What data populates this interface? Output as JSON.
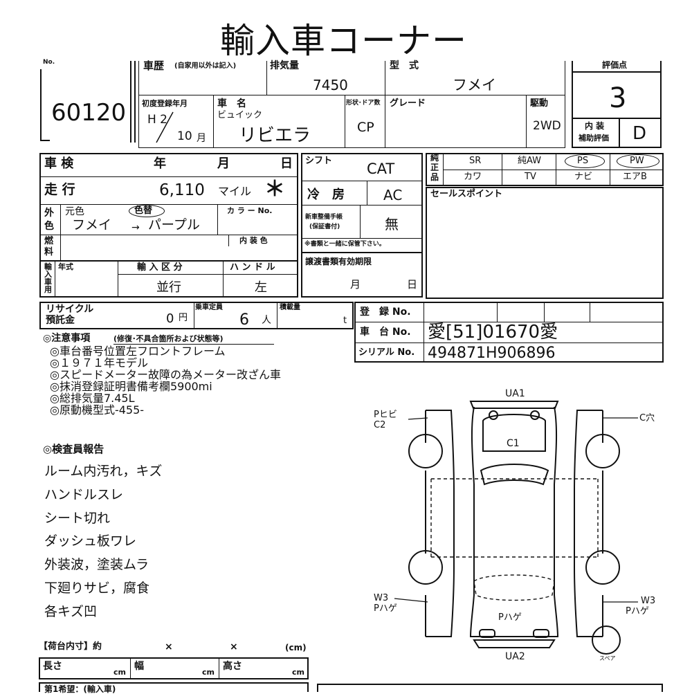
{
  "title": "輸入車コーナー",
  "header": {
    "no_label": "No.",
    "lot_no": "60120",
    "history_label": "車歴",
    "history_note": "(自家用以外は記入)",
    "displacement_label": "排気量",
    "displacement": "7450",
    "model_label": "型　式",
    "model": "フメイ",
    "score_label": "評価点",
    "score": "3",
    "first_reg_label": "初度登録年月",
    "first_reg_era": "H 2",
    "first_reg_month": "10",
    "month_unit": "月",
    "car_name_label": "車　名",
    "maker": "ビュイック",
    "car_name": "リビエラ",
    "body_door_label": "形状･ドア数",
    "body_type": "CP",
    "grade_label": "グレード",
    "drive_label": "駆動",
    "drive": "2WD",
    "interior_label_1": "内 装",
    "interior_label_2": "補助評価",
    "interior_score": "D"
  },
  "inspection": {
    "shaken_label": "車 検",
    "year_label": "年",
    "month_label": "月",
    "day_label": "日",
    "mileage_label": "走 行",
    "mileage": "6,110",
    "mileage_unit": "マイル",
    "mileage_mark": "＊",
    "color_label_1": "外",
    "color_label_2": "色",
    "original_color_label": "元色",
    "color_changed_badge": "色替",
    "original_color": "フメイ",
    "arrow": "→",
    "new_color": "パープル",
    "color_no_label": "カ ラ ー No.",
    "fuel_label_1": "燃",
    "fuel_label_2": "料",
    "interior_color_label": "内 装 色",
    "import_label": [
      "輸",
      "入",
      "車",
      "用"
    ],
    "year_model_label": "年式",
    "import_type_label": "輸 入 区 分",
    "import_type": "並行",
    "handle_label": "ハ ン ド ル",
    "handle": "左",
    "recycle_label_1": "リサイクル",
    "recycle_label_2": "預託金",
    "recycle_amount": "0",
    "yen": "円",
    "capacity_label": "乗車定員",
    "capacity": "6",
    "person_unit": "人",
    "load_label": "積載量",
    "load_unit": "t"
  },
  "middle": {
    "shift_label": "シフト",
    "shift": "CAT",
    "ac_label": "冷　房",
    "ac": "AC",
    "service_book_label_1": "新車整備手帳",
    "service_book_label_2": "(保証書付)",
    "service_book": "無",
    "service_note": "※書類と一緒に保管下さい。",
    "transfer_label": "譲渡書類有効期限",
    "month_label": "月",
    "day_label": "日"
  },
  "equipment": {
    "label": [
      "純",
      "正",
      "品"
    ],
    "row1": [
      "SR",
      "純AW",
      "PS",
      "PW"
    ],
    "row2": [
      "カワ",
      "TV",
      "ナビ",
      "エアB"
    ]
  },
  "sales_point_label": "セールスポイント",
  "registration": {
    "reg_no_label": "登　録 No.",
    "chassis_label": "車　台 No.",
    "chassis_no": "愛[51]01670愛",
    "serial_label": "シリアル No.",
    "serial_no": "494871H906896"
  },
  "notes": {
    "heading": "◎注意事項",
    "heading_sub": "(修復･不具合箇所および状態等)",
    "items": [
      "◎車台番号位置左フロントフレーム",
      "◎１９７１年モデル",
      "◎スピードメーター故障の為メーター改ざん車",
      "◎抹消登録証明書備考欄5900mi",
      "◎総排気量7.45L",
      "◎原動機型式-455-"
    ]
  },
  "inspector_report": {
    "heading": "◎検査員報告",
    "items": [
      "ルーム内汚れ，キズ",
      "ハンドルスレ",
      "シート切れ",
      "ダッシュ板ワレ",
      "外装波，塗装ムラ",
      "下廻りサビ，腐食",
      "各キズ凹"
    ]
  },
  "cargo": {
    "heading": "【荷台内寸】約",
    "x1": "×",
    "x2": "×",
    "unit": "(cm)",
    "length_label": "長さ",
    "width_label": "幅",
    "height_label": "高さ",
    "cm": "cm",
    "bottom_text": "第1希望：(輸入車)"
  },
  "diagram": {
    "ua1": "UA1",
    "ua2": "UA2",
    "c1": "C1",
    "p_hibi": "Pヒビ",
    "c2": "C2",
    "c_ana": "C穴",
    "w3_left": "W3",
    "phage_left": "Pハゲ",
    "w3_right": "W3",
    "phage_right": "Pハゲ",
    "phage_center": "Pハゲ",
    "spare": "スペア"
  }
}
